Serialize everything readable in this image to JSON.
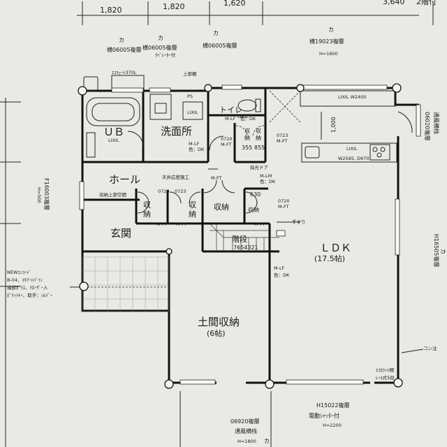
{
  "dimensions": [
    "1,820",
    "1,820",
    "1,620",
    "3,640"
  ],
  "floor_label": "2階付",
  "windows_top": [
    {
      "kana": "カ",
      "spec": "横06005複層"
    },
    {
      "kana": "カ",
      "spec": "横06005複層",
      "note": "ｵﾍﾟﾚｰﾀｰ付"
    },
    {
      "kana": "カ",
      "spec": "横06005複層"
    },
    {
      "kana": "カ",
      "spec": "横19023複層",
      "height": "H=1600"
    }
  ],
  "left_window": {
    "spec": "F16003複層",
    "height": "H=500"
  },
  "right_window_top": {
    "spec": "06020複層",
    "sub": "通風横栈"
  },
  "right_window_mid": {
    "spec": "H16505複層",
    "kana": "カ"
  },
  "bottom_window_ldk": {
    "spec": "H15022複層",
    "sub": "電動ｼｬｯﾀｰ付",
    "height": "H=2200"
  },
  "bottom_window_storage": {
    "spec": "06920複層",
    "sub": "通風横栈",
    "height": "H=1800",
    "kana": "カ"
  },
  "rooms": {
    "ub": "ＵＢ",
    "ub_brand": "LIXIL",
    "washroom": "洗面所",
    "toilet": "トイレ",
    "toilet_brand": "LIXIL",
    "hall": "ホール",
    "entrance": "玄関",
    "storage": "収納",
    "stairs": "階段",
    "stair_numbers": "7654321",
    "ldk": "ＬＤＫ",
    "ldk_size": "(17.5帖)",
    "dirt_storage": "土間収納",
    "dirt_storage_size": "(6帖)"
  },
  "annotations": {
    "ecocute": "ｴｺｷｭｰﾄ370L",
    "upper_shelf": "上部棚",
    "ps": "PS",
    "lixil_small": "LIXIL",
    "mlf_dk": "M-LF　色：DK",
    "d0720": "0720",
    "d0723": "0723",
    "mft": "M-FT",
    "ml_dk": "M-LF",
    "color_dk": "色：DK",
    "door_355": "355",
    "door_855": "855",
    "ceiling_work": "天井応壁施工",
    "upper_space": "収納上部空間",
    "daylight_door": "採光ドア",
    "mlm": "M-LM",
    "dim_630": "630",
    "handrail": "手すり",
    "lixil_w2400": "LIXIL W2400",
    "dim_1000": "1,000",
    "kitchen_brand": "LIXIL",
    "kitchen_size": "W2585, D970",
    "entrance_door": "NEWｺﾝｺｰﾄﾞ\nB-04、ﾏｷｱｰﾄﾊﾟｲﾝ\n袖部ｶﾞﾗｽ、ｸﾛｰｻﾞｰ入\nﾎﾟｹｯﾄｷｰ、取手：ｼﾙﾊﾞｰ",
    "entrance_door_lines": [
      "NEWｺﾝｺｰﾄﾞ",
      "B-04、ﾏｷｱｰﾄﾊﾟｲﾝ",
      "袖部ｶﾞﾗｽ、ｸﾛｰｻﾞｰ入",
      "ﾎﾟｹｯﾄｷｰ、取手：ｼﾙﾊﾞｰ"
    ],
    "outlet_note": "コン注",
    "eco_shelf": "ｴｺｶﾗｯﾄ棚",
    "rail_shelf": "ﾚｰﾙ式5段",
    "lf_label": "M-LF",
    "lf_color": "色：DK"
  }
}
